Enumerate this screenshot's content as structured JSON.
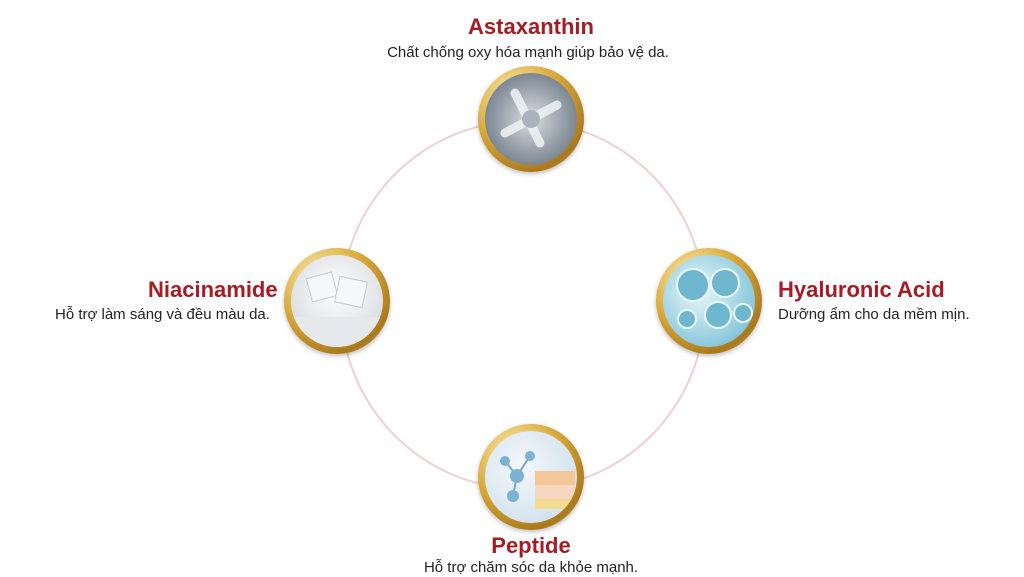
{
  "items": [
    {
      "name": "Astaxanthin",
      "desc": "Chất chống oxy hóa mạnh giúp bảo vệ da.",
      "icon": "crystal-molecule-icon"
    },
    {
      "name": "Hyaluronic Acid",
      "desc": "Dưỡng ẩm cho da mềm mịn.",
      "icon": "water-bubbles-icon"
    },
    {
      "name": "Peptide",
      "desc": "Hỗ trợ chăm sóc da khỏe mạnh.",
      "icon": "molecule-skin-icon"
    },
    {
      "name": "Niacinamide",
      "desc": "Hỗ trợ làm sáng và đều màu da.",
      "icon": "ice-crystals-icon"
    }
  ],
  "colors": {
    "title": "#a51c24",
    "ring": "#f0cfd4",
    "gold": "#d9a93a"
  }
}
